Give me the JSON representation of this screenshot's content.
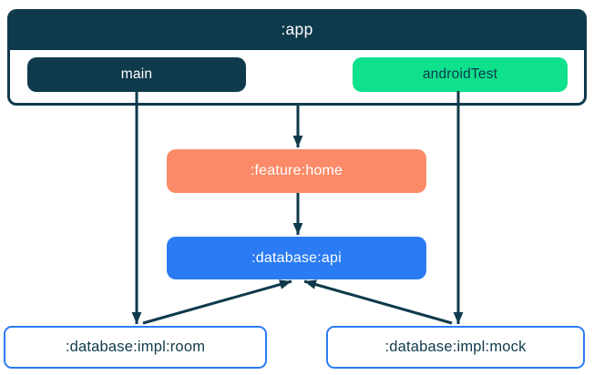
{
  "diagram": {
    "type": "module-dependency-graph",
    "app": {
      "label": ":app",
      "variants": [
        {
          "label": "main"
        },
        {
          "label": "androidTest"
        }
      ]
    },
    "nodes": [
      {
        "id": "feature-home",
        "label": ":feature:home"
      },
      {
        "id": "database-api",
        "label": ":database:api"
      },
      {
        "id": "database-impl-room",
        "label": ":database:impl:room"
      },
      {
        "id": "database-impl-mock",
        "label": ":database:impl:mock"
      }
    ],
    "edges": [
      {
        "from": ":app",
        "to": ":feature:home"
      },
      {
        "from": ":app (main)",
        "to": ":database:impl:room"
      },
      {
        "from": ":app (androidTest)",
        "to": ":database:impl:mock"
      },
      {
        "from": ":feature:home",
        "to": ":database:api"
      },
      {
        "from": ":database:impl:room",
        "to": ":database:api"
      },
      {
        "from": ":database:impl:mock",
        "to": ":database:api"
      }
    ],
    "colors": {
      "navy": "#0F3A4C",
      "green": "#0EE08C",
      "orange": "#FB8A68",
      "blue": "#2A7BF4",
      "white": "#FFFFFF"
    }
  }
}
